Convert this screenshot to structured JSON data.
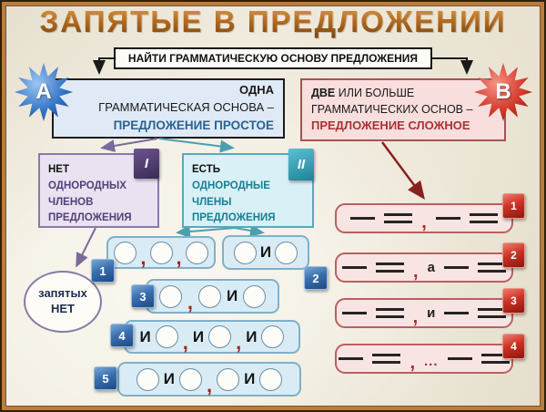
{
  "title": "ЗАПЯТЫЕ В ПРЕДЛОЖЕНИИ",
  "instruction": "НАЙТИ ГРАММАТИЧЕСКУЮ ОСНОВУ ПРЕДЛОЖЕНИЯ",
  "branch_a": {
    "badge": "А",
    "line1": "ОДНА",
    "line2": "ГРАММАТИЧЕСКАЯ ОСНОВА –",
    "line3": "ПРЕДЛОЖЕНИЕ ПРОСТОЕ"
  },
  "branch_b": {
    "badge": "В",
    "line1_bold": "ДВЕ",
    "line1_rest": " ИЛИ БОЛЬШЕ",
    "line2": "ГРАММАТИЧЕСКИХ ОСНОВ –",
    "line3": "ПРЕДЛОЖЕНИЕ СЛОЖНОЕ"
  },
  "case_no": {
    "tab": "I",
    "head": "НЕТ",
    "lines": [
      "ОДНОРОДНЫХ",
      "ЧЛЕНОВ",
      "ПРЕДЛОЖЕНИЯ"
    ]
  },
  "case_yes": {
    "tab": "II",
    "head": "ЕСТЬ",
    "lines": [
      "ОДНОРОДНЫЕ",
      "ЧЛЕНЫ",
      "ПРЕДЛОЖЕНИЯ"
    ]
  },
  "no_comma_note": {
    "line1": "запятых",
    "line2": "НЕТ"
  },
  "symbols": {
    "comma": ",",
    "conj_upper": "И",
    "conj_lower": "и",
    "conj_a": "а",
    "dots": "..."
  },
  "left_rows": [
    {
      "num": "1",
      "tokens": [
        "circle",
        "comma",
        "circle",
        "comma",
        "circle"
      ]
    },
    {
      "num": "2",
      "tokens": [
        "circle",
        "i",
        "circle"
      ]
    },
    {
      "num": "3",
      "tokens": [
        "circle",
        "comma",
        "circle",
        "i",
        "circle"
      ]
    },
    {
      "num": "4",
      "tokens": [
        "i",
        "circle",
        "comma",
        "i",
        "circle",
        "comma",
        "i",
        "circle"
      ]
    },
    {
      "num": "5",
      "tokens": [
        "circle",
        "i",
        "circle",
        "comma",
        "circle",
        "i",
        "circle"
      ]
    }
  ],
  "right_rows": [
    {
      "num": "1",
      "tokens": [
        "sub",
        "pred",
        "comma",
        "sub",
        "pred"
      ]
    },
    {
      "num": "2",
      "tokens": [
        "sub",
        "pred",
        "comma",
        "a",
        "sub",
        "pred"
      ]
    },
    {
      "num": "3",
      "tokens": [
        "sub",
        "pred",
        "comma",
        "i_small",
        "sub",
        "pred"
      ]
    },
    {
      "num": "4",
      "tokens": [
        "sub",
        "pred",
        "comma",
        "dots",
        "sub",
        "pred"
      ]
    }
  ],
  "colors": {
    "title": "#a9641c",
    "simple_accent": "#2b6390",
    "complex_accent": "#a83232",
    "blue_badge": "#2a5d9e",
    "red_badge": "#b22a20"
  }
}
